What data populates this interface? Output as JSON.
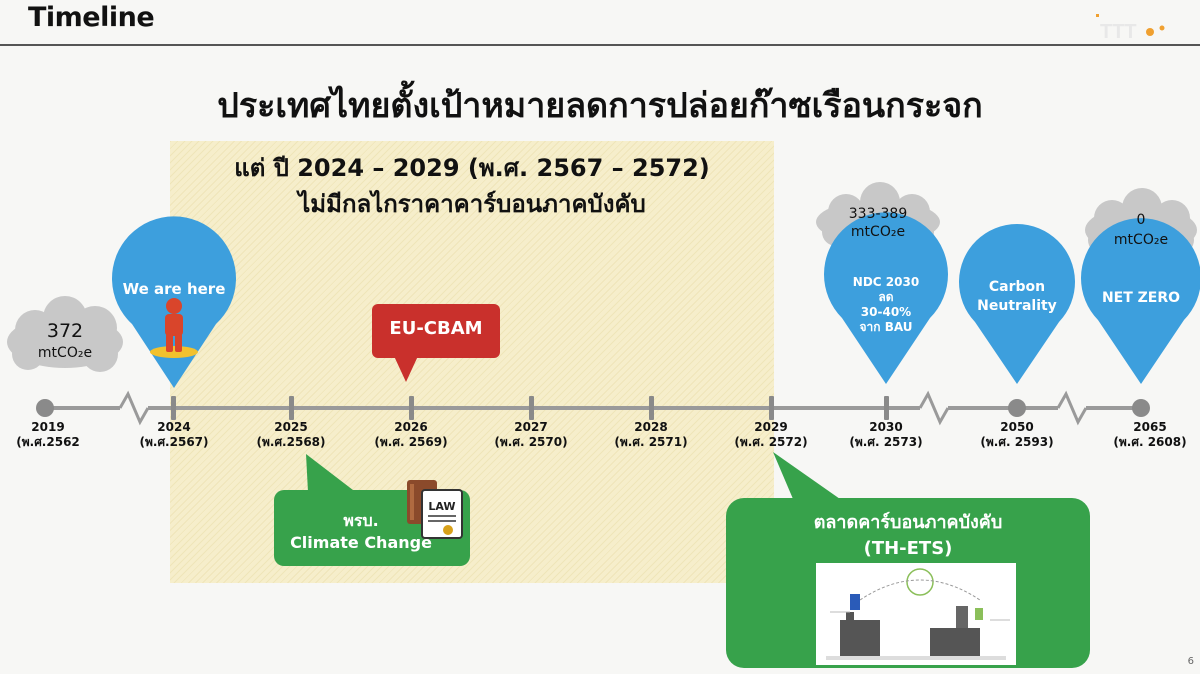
{
  "header": {
    "title": "Timeline"
  },
  "main_title": "ประเทศไทยตั้งเป้าหมายลดการปล่อยก๊าซเรือนกระจก",
  "period": {
    "line1": "แต่ ปี 2024 – 2029 (พ.ศ. 2567 – 2572)",
    "line2": "ไม่มีกลไกราคาคาร์บอนภาคบังคับ"
  },
  "timeline": [
    {
      "year": "2019",
      "be": "(พ.ศ.2562"
    },
    {
      "year": "2024",
      "be": "(พ.ศ.2567)"
    },
    {
      "year": "2025",
      "be": "(พ.ศ.2568)"
    },
    {
      "year": "2026",
      "be": "(พ.ศ. 2569)"
    },
    {
      "year": "2027",
      "be": "(พ.ศ. 2570)"
    },
    {
      "year": "2028",
      "be": "(พ.ศ. 2571)"
    },
    {
      "year": "2029",
      "be": "(พ.ศ. 2572)"
    },
    {
      "year": "2030",
      "be": "(พ.ศ. 2573)"
    },
    {
      "year": "2050",
      "be": "(พ.ศ. 2593)"
    },
    {
      "year": "2065",
      "be": "(พ.ศ. 2608)"
    }
  ],
  "clouds": [
    {
      "value": "372",
      "unit": "mtCO₂e"
    },
    {
      "value": "333-389",
      "unit": "mtCO₂e"
    },
    {
      "value": "0",
      "unit": "mtCO₂e"
    }
  ],
  "pins": {
    "we_are_here": "We are here",
    "ndc": [
      "NDC 2030",
      "ลด",
      "30-40%",
      "จาก BAU"
    ],
    "carbon_neutrality": [
      "Carbon",
      "Neutrality"
    ],
    "net_zero": "NET ZERO"
  },
  "eu_cbam": "EU-CBAM",
  "climate_act": {
    "line1": "พรบ.",
    "line2": "Climate Change",
    "book_label": "LAW"
  },
  "ets": {
    "line1": "ตลาดคาร์บอนภาคบังคับ",
    "line2": "(TH-ETS)"
  },
  "page_number": "6",
  "colors": {
    "pin_blue": "#3d9fdd",
    "green": "#37a24b",
    "red": "#c9302c",
    "cloud": "#c8c8c8",
    "timeline": "#9a9a9a",
    "hatch": "#f6eecb"
  }
}
